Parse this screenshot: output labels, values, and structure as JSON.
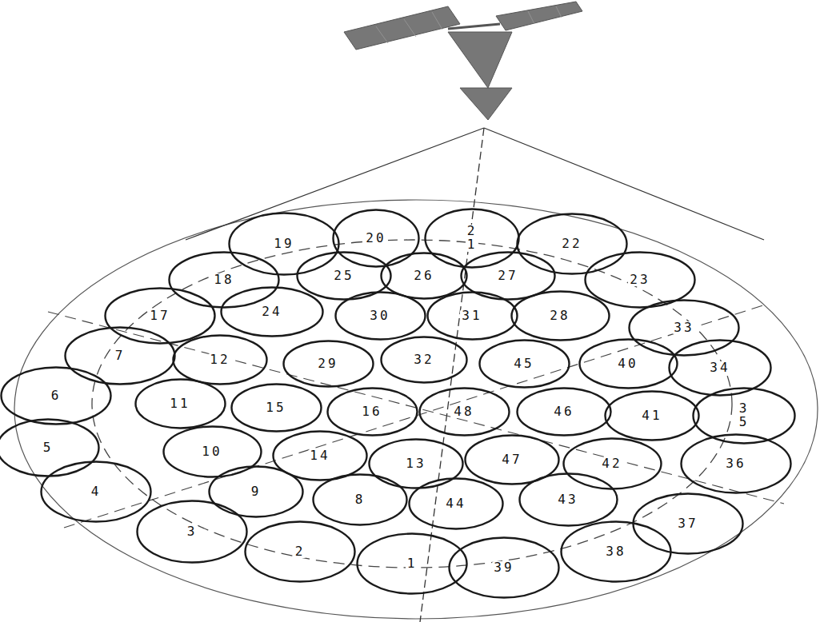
{
  "diagram": {
    "nodes": [
      {
        "text": [
          "1"
        ]
      },
      {
        "text": [
          "2"
        ]
      },
      {
        "text": [
          "3"
        ]
      },
      {
        "text": [
          "4"
        ]
      },
      {
        "text": [
          "5"
        ]
      },
      {
        "text": [
          "6"
        ]
      },
      {
        "text": [
          "7"
        ]
      },
      {
        "text": [
          "8"
        ]
      },
      {
        "text": [
          "9"
        ]
      },
      {
        "text": [
          "10"
        ]
      },
      {
        "text": [
          "11"
        ]
      },
      {
        "text": [
          "12"
        ]
      },
      {
        "text": [
          "13"
        ]
      },
      {
        "text": [
          "14"
        ]
      },
      {
        "text": [
          "15"
        ]
      },
      {
        "text": [
          "16"
        ]
      },
      {
        "text": [
          "17"
        ]
      },
      {
        "text": [
          "18"
        ]
      },
      {
        "text": [
          "19"
        ]
      },
      {
        "text": [
          "20"
        ]
      },
      {
        "text": [
          "2 1"
        ]
      },
      {
        "text": [
          "22"
        ]
      },
      {
        "text": [
          "23"
        ]
      },
      {
        "text": [
          "24"
        ]
      },
      {
        "text": [
          "25"
        ]
      },
      {
        "text": [
          "26"
        ]
      },
      {
        "text": [
          "27"
        ]
      },
      {
        "text": [
          "28"
        ]
      },
      {
        "text": [
          "29"
        ]
      },
      {
        "text": [
          "30"
        ]
      },
      {
        "text": [
          "31"
        ]
      },
      {
        "text": [
          "32"
        ]
      },
      {
        "text": [
          "33"
        ]
      },
      {
        "text": [
          "34"
        ]
      },
      {
        "text": [
          "3 5"
        ]
      },
      {
        "text": [
          "36"
        ]
      },
      {
        "text": [
          "37"
        ]
      },
      {
        "text": [
          "38"
        ]
      },
      {
        "text": [
          "39"
        ]
      },
      {
        "text": [
          "40"
        ]
      },
      {
        "text": [
          "41"
        ]
      },
      {
        "text": [
          "42"
        ]
      },
      {
        "text": [
          "43"
        ]
      },
      {
        "text": [
          "44"
        ]
      },
      {
        "text": [
          "45"
        ]
      },
      {
        "text": [
          "46"
        ]
      },
      {
        "text": [
          "47"
        ]
      },
      {
        "text": [
          "48"
        ]
      }
    ]
  }
}
